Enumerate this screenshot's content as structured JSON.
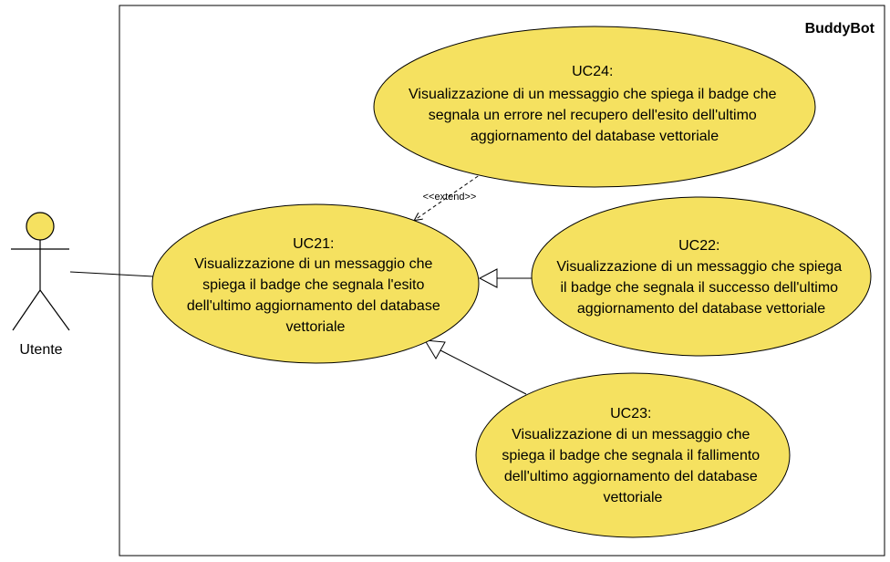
{
  "system": {
    "name": "BuddyBot"
  },
  "actor": {
    "name": "Utente"
  },
  "colors": {
    "usecase_fill": "#f5e160",
    "stroke": "#000000",
    "background": "#ffffff"
  },
  "use_cases": [
    {
      "id": "UC24:",
      "lines": [
        "Visualizzazione di un messaggio che spiega il badge che",
        "segnala un errore nel recupero dell'esito dell'ultimo",
        "aggiornamento del database vettoriale"
      ]
    },
    {
      "id": "UC21:",
      "lines": [
        "Visualizzazione di un messaggio che",
        "spiega il badge che segnala l'esito",
        "dell'ultimo aggiornamento del database",
        "vettoriale"
      ]
    },
    {
      "id": "UC22:",
      "lines": [
        "Visualizzazione di un messaggio che spiega",
        "il badge che segnala il successo dell'ultimo",
        "aggiornamento del database vettoriale"
      ]
    },
    {
      "id": "UC23:",
      "lines": [
        "Visualizzazione di un messaggio che",
        "spiega il badge che segnala il fallimento",
        "dell'ultimo aggiornamento del database",
        "vettoriale"
      ]
    }
  ],
  "relations": {
    "extend_label": "<<extend>>"
  }
}
